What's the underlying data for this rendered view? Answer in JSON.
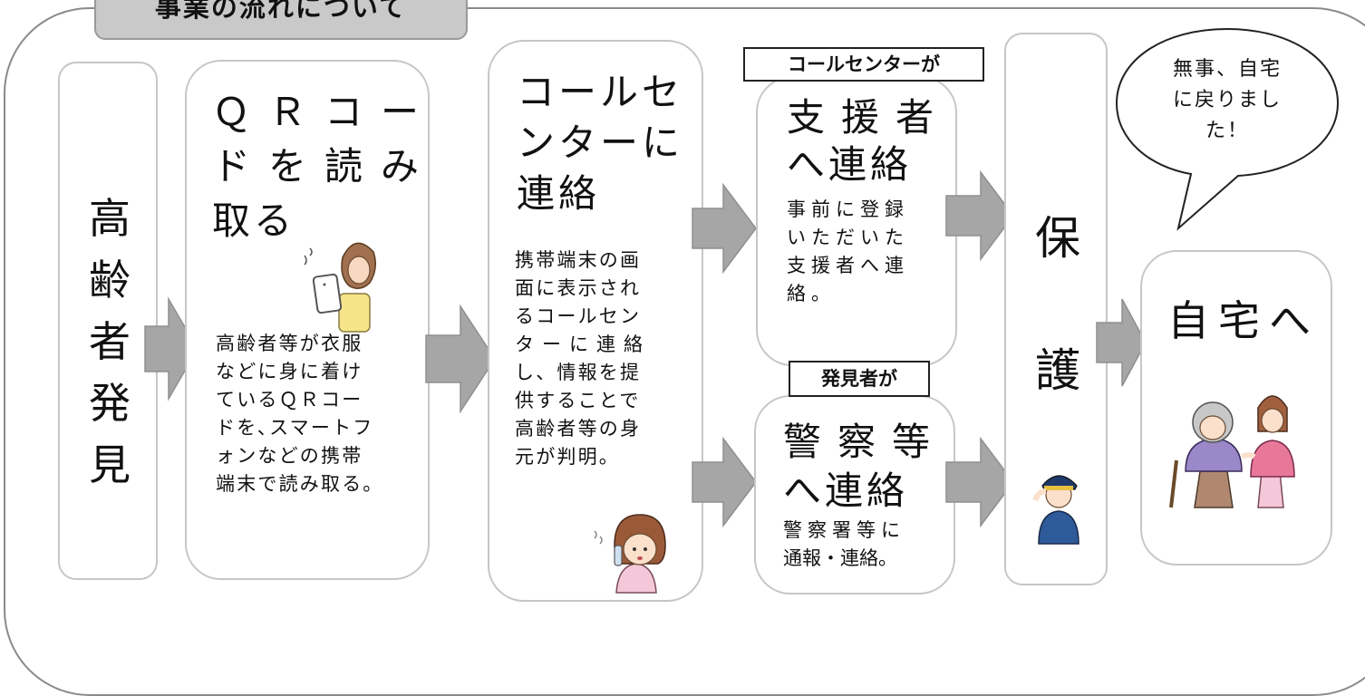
{
  "header": {
    "title": "事業の流れについて"
  },
  "steps": {
    "discover": {
      "chars": [
        "高",
        "齢",
        "者",
        "発",
        "見"
      ]
    },
    "qr": {
      "title_lines": [
        "ＱＲコー",
        "ドを読み",
        "取る"
      ],
      "body_lines": [
        "高齢者等が衣服",
        "などに身に着け",
        "ているＱＲコー",
        "ドを､スマートフ",
        "ォンなどの携帯",
        "端末で読み取る｡"
      ]
    },
    "callcenter": {
      "title_lines": [
        "コールセ",
        "ンターに",
        "連絡"
      ],
      "body_lines": [
        "携帯端末の画",
        "面に表示され",
        "るコールセン",
        "ターに連絡",
        "し、情報を提",
        "供することで",
        "高齢者等の身",
        "元が判明。"
      ]
    },
    "supporter": {
      "label": "コールセンターが",
      "title_lines": [
        "支援者",
        "へ連絡"
      ],
      "body_lines": [
        "事前に登録",
        "いただいた",
        "支援者へ連",
        "絡。"
      ]
    },
    "police": {
      "label": "発見者が",
      "title_lines": [
        "警察等",
        "へ連絡"
      ],
      "body_lines": [
        "警察署等に",
        "通報・連絡。"
      ]
    },
    "protect": {
      "chars": [
        "保",
        "護"
      ]
    },
    "home": {
      "title": "自宅へ",
      "speech_lines": [
        "無事、自宅",
        "に戻りまし",
        "た！"
      ]
    }
  },
  "colors": {
    "arrow": "#a6a6a6",
    "box_border": "#c6c6c6",
    "frame_border": "#8a8a8a",
    "header_bg": "#c9c9c9"
  }
}
